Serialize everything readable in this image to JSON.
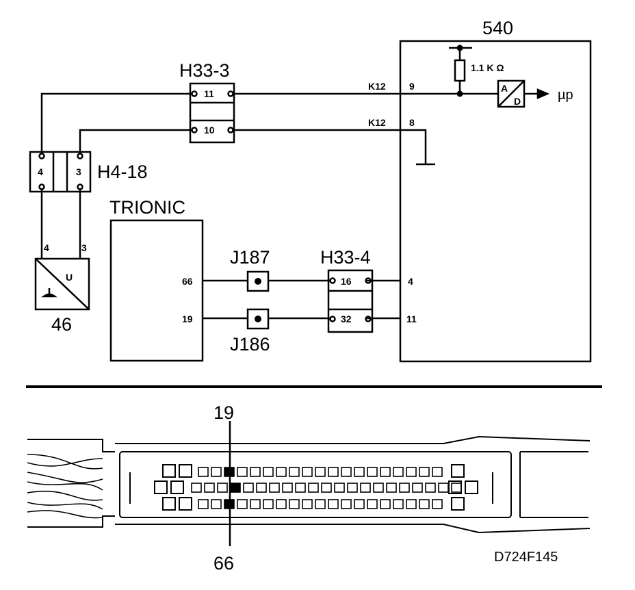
{
  "labels": {
    "box_540": "540",
    "h33_3": "H33-3",
    "h4_18": "H4-18",
    "trionic": "TRIONIC",
    "j187": "J187",
    "j186": "J186",
    "h33_4": "H33-4",
    "comp_46": "46",
    "resistor": "1.1 K Ω",
    "up": "µp",
    "adc_a": "A",
    "adc_d": "D",
    "sensor_u": "U",
    "k12_top": "K12",
    "k12_bottom": "K12",
    "pin_9": "9",
    "pin_8": "8",
    "pin_4_ecu": "4",
    "pin_11_ecu": "11",
    "h33_3_pin_11": "11",
    "h33_3_pin_10": "10",
    "h4_18_pin_4": "4",
    "h4_18_pin_3": "3",
    "sensor_pin_4": "4",
    "sensor_pin_3": "3",
    "trionic_pin_66": "66",
    "trionic_pin_19": "19",
    "h33_4_pin_16": "16",
    "h33_4_pin_32": "32",
    "connector_pin_top": "19",
    "connector_pin_bottom": "66",
    "figure_code": "D724F145"
  },
  "colors": {
    "ink": "#000000",
    "paper": "#ffffff"
  }
}
